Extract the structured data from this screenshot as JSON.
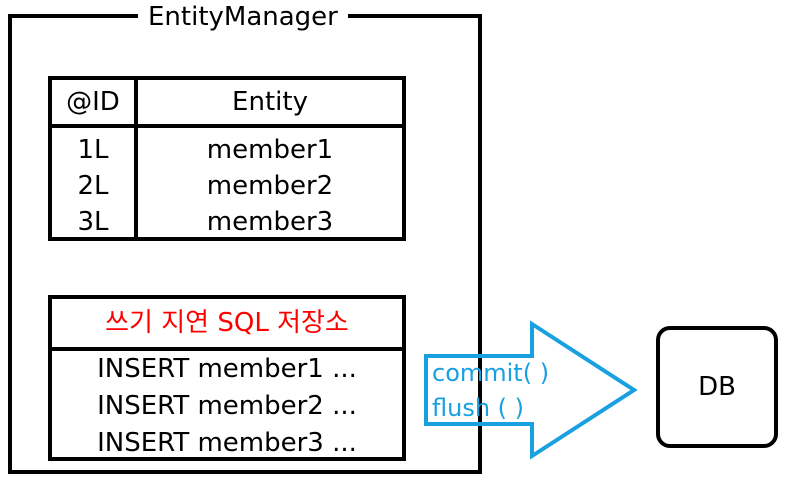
{
  "entity_manager": {
    "title": "EntityManager"
  },
  "first_level_cache": {
    "columns": [
      "@ID",
      "Entity"
    ],
    "rows": [
      {
        "id": "1L",
        "entity": "member1"
      },
      {
        "id": "2L",
        "entity": "member2"
      },
      {
        "id": "3L",
        "entity": "member3"
      }
    ]
  },
  "sql_store": {
    "title": "쓰기 지연 SQL 저장소",
    "title_color": "#ff0000",
    "rows": [
      "INSERT member1 ...",
      "INSERT member2 ...",
      "INSERT member3 ..."
    ]
  },
  "arrow": {
    "labels": [
      "commit( )",
      "flush ( )"
    ],
    "color": "#18a0e0"
  },
  "db": {
    "label": "DB"
  }
}
